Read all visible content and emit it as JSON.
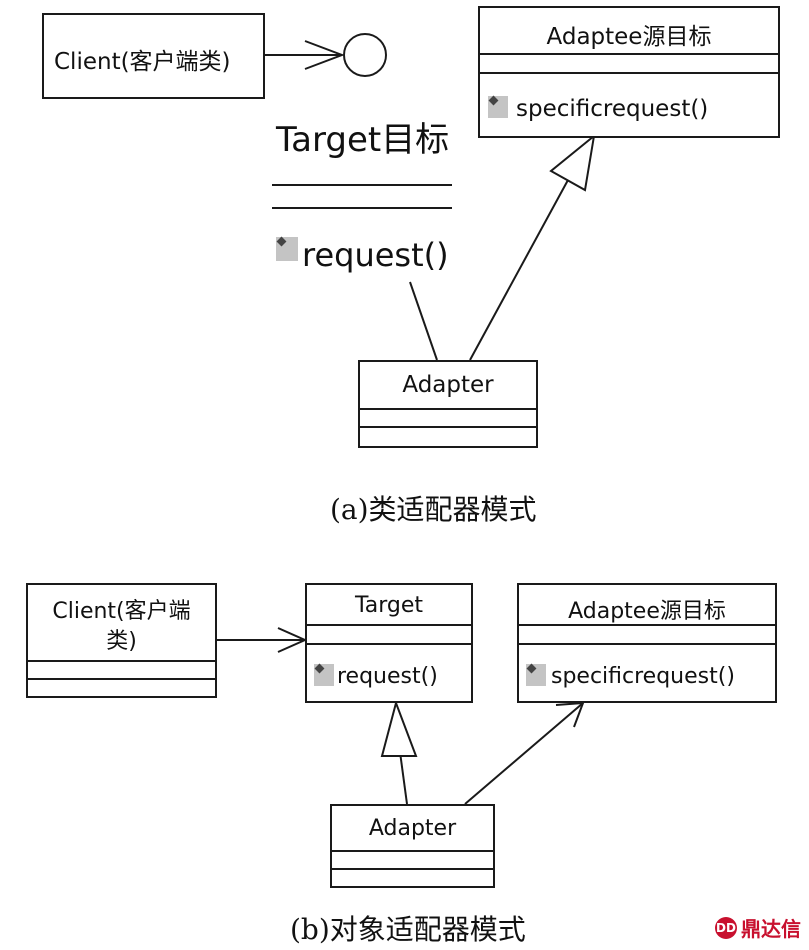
{
  "a": {
    "client_label": "Client(客户端类)",
    "target_title": "Target目标",
    "target_op": "request()",
    "adaptee_title": "Adaptee源目标",
    "adaptee_op": "specificrequest()",
    "adapter_title": "Adapter",
    "caption": "(a)类适配器模式"
  },
  "b": {
    "client_line1": "Client(客户端",
    "client_line2": "类)",
    "target_title": "Target",
    "target_op": "request()",
    "adaptee_title": "Adaptee源目标",
    "adaptee_op": "specificrequest()",
    "adapter_title": "Adapter",
    "caption": "(b)对象适配器模式"
  },
  "watermark": {
    "text": "鼎达信",
    "mark": "DD"
  },
  "colors": {
    "line": "#1a1a1a",
    "icon_bg": "#c4c4c4",
    "brand": "#c8102e"
  }
}
